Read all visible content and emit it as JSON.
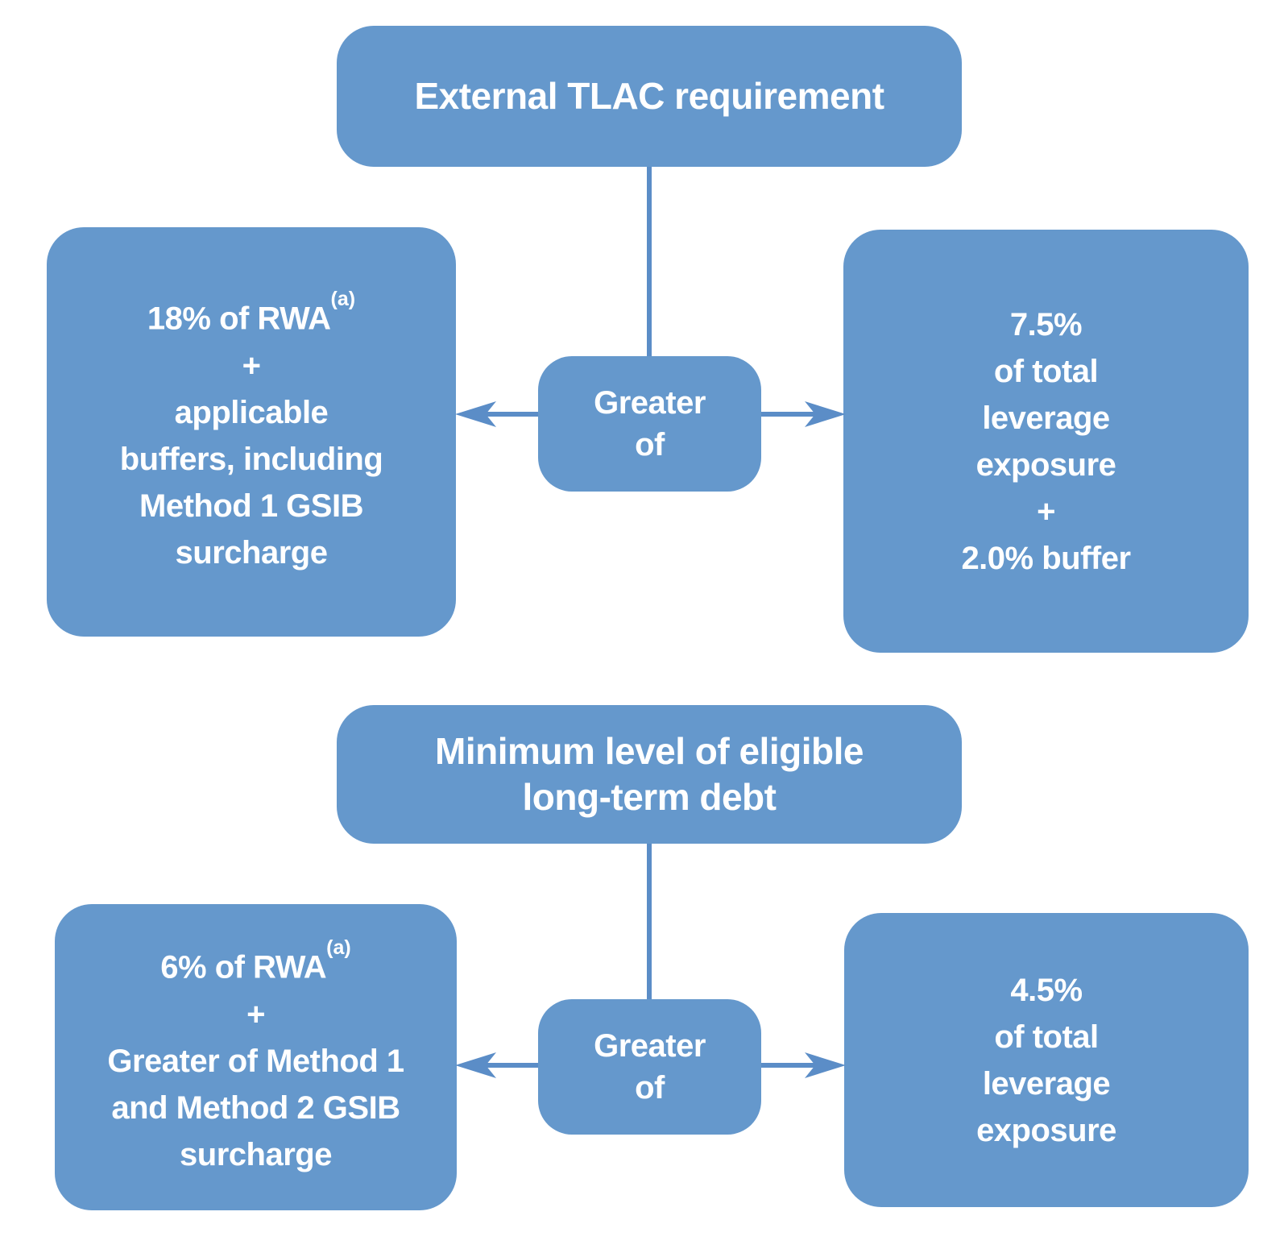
{
  "colors": {
    "box": "#6598CC",
    "connector": "#5B8DC7",
    "text": "#FFFFFF",
    "background": "#FFFFFF"
  },
  "top": {
    "title_lines": [
      "External TLAC requirement"
    ],
    "gate_lines": [
      "Greater",
      "of"
    ],
    "left_box": {
      "first_line": "18% of RWA",
      "superscript": "(a)",
      "lines": [
        "+",
        "applicable",
        "buffers, including",
        "Method 1 GSIB",
        "surcharge"
      ]
    },
    "right_box": {
      "lines": [
        "7.5%",
        "of total",
        "leverage",
        "exposure",
        "+",
        "2.0% buffer"
      ]
    }
  },
  "bottom": {
    "title_lines": [
      "Minimum level of eligible",
      "long-term debt"
    ],
    "gate_lines": [
      "Greater",
      "of"
    ],
    "left_box": {
      "first_line": "6% of RWA",
      "superscript": "(a)",
      "lines": [
        "+",
        "Greater of Method 1",
        "and Method 2 GSIB",
        "surcharge"
      ]
    },
    "right_box": {
      "lines": [
        "4.5%",
        "of total",
        "leverage",
        "exposure"
      ]
    }
  }
}
